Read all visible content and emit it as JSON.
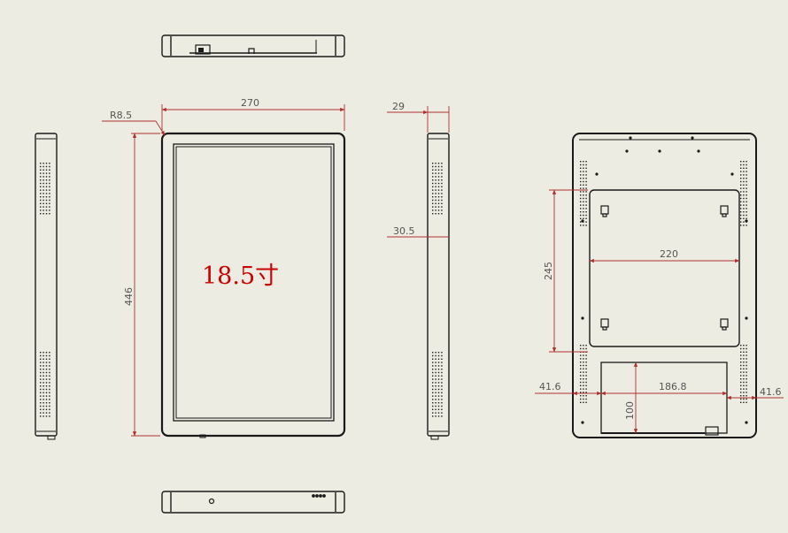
{
  "colors": {
    "background": "#ecece2",
    "outline": "#1a1a1a",
    "dimension_line": "#b03030",
    "dimension_text": "#555555",
    "label_red": "#cc0000"
  },
  "front_view": {
    "screen_label": "18.5寸"
  },
  "dimensions": {
    "corner_radius": "R8.5",
    "width": "270",
    "height": "446",
    "depth_top": "29",
    "depth_mid": "30.5",
    "vesa_width": "220",
    "vesa_height": "245",
    "left_offset": "41.6",
    "right_offset": "41.6",
    "box_width": "186.8",
    "box_height": "100"
  }
}
